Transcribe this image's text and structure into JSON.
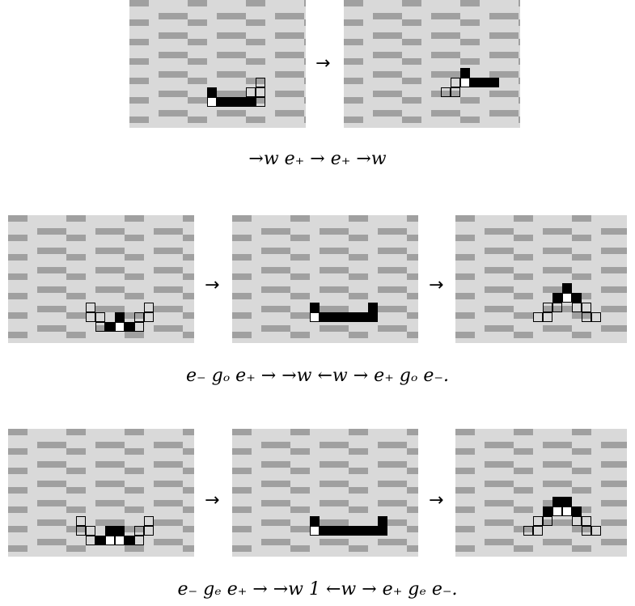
{
  "colors": {
    "light": "#d9d9d9",
    "dark": "#a0a0a0",
    "black": "#000000",
    "white": "#ffffff"
  },
  "rows": [
    {
      "caption": "→w e₊ → e₊ →w",
      "arrows": [
        "→"
      ],
      "panels": [
        {
          "cells": [
            [
              8,
              9,
              "b"
            ],
            [
              8,
              10,
              "w"
            ],
            [
              9,
              10,
              "b"
            ],
            [
              10,
              10,
              "b"
            ],
            [
              11,
              10,
              "b"
            ],
            [
              12,
              10,
              "b"
            ],
            [
              12,
              9,
              "o"
            ],
            [
              13,
              9,
              "o"
            ],
            [
              13,
              8,
              "o"
            ],
            [
              13,
              10,
              "o"
            ]
          ]
        },
        {
          "cells": [
            [
              12,
              7,
              "b"
            ],
            [
              12,
              8,
              "w"
            ],
            [
              13,
              8,
              "b"
            ],
            [
              14,
              8,
              "b"
            ],
            [
              15,
              8,
              "b"
            ],
            [
              11,
              8,
              "o"
            ],
            [
              11,
              9,
              "o"
            ],
            [
              10,
              9,
              "o"
            ]
          ]
        }
      ]
    },
    {
      "caption": "e₋ gₒ e₊ → →w ←w → e₊ gₒ e₋.",
      "arrows": [
        "→",
        "→"
      ],
      "panels": [
        {
          "cells": [
            [
              8,
              9,
              "o"
            ],
            [
              8,
              10,
              "o"
            ],
            [
              9,
              10,
              "o"
            ],
            [
              9,
              11,
              "o"
            ],
            [
              10,
              11,
              "b"
            ],
            [
              11,
              10,
              "b"
            ],
            [
              11,
              11,
              "w"
            ],
            [
              12,
              11,
              "b"
            ],
            [
              13,
              11,
              "o"
            ],
            [
              13,
              10,
              "o"
            ],
            [
              14,
              10,
              "o"
            ],
            [
              14,
              9,
              "o"
            ]
          ]
        },
        {
          "cells": [
            [
              8,
              9,
              "b"
            ],
            [
              8,
              10,
              "w"
            ],
            [
              9,
              10,
              "b"
            ],
            [
              10,
              10,
              "b"
            ],
            [
              11,
              10,
              "b"
            ],
            [
              12,
              10,
              "b"
            ],
            [
              13,
              10,
              "b"
            ],
            [
              14,
              10,
              "b"
            ],
            [
              14,
              9,
              "b"
            ]
          ]
        },
        {
          "cells": [
            [
              11,
              7,
              "b"
            ],
            [
              10,
              8,
              "b"
            ],
            [
              11,
              8,
              "w"
            ],
            [
              12,
              8,
              "b"
            ],
            [
              9,
              9,
              "o"
            ],
            [
              10,
              9,
              "o"
            ],
            [
              12,
              9,
              "o"
            ],
            [
              13,
              9,
              "o"
            ],
            [
              8,
              10,
              "o"
            ],
            [
              9,
              10,
              "o"
            ],
            [
              13,
              10,
              "o"
            ],
            [
              14,
              10,
              "o"
            ]
          ]
        }
      ]
    },
    {
      "caption": "e₋ gₑ e₊ → →w 1 ←w → e₊ gₑ e₋.",
      "arrows": [
        "→",
        "→"
      ],
      "panels": [
        {
          "cells": [
            [
              7,
              9,
              "o"
            ],
            [
              7,
              10,
              "o"
            ],
            [
              8,
              10,
              "o"
            ],
            [
              8,
              11,
              "o"
            ],
            [
              9,
              11,
              "b"
            ],
            [
              10,
              10,
              "b"
            ],
            [
              11,
              10,
              "b"
            ],
            [
              10,
              11,
              "w"
            ],
            [
              11,
              11,
              "w"
            ],
            [
              12,
              11,
              "b"
            ],
            [
              13,
              11,
              "o"
            ],
            [
              13,
              10,
              "o"
            ],
            [
              14,
              10,
              "o"
            ],
            [
              14,
              9,
              "o"
            ]
          ]
        },
        {
          "cells": [
            [
              8,
              9,
              "b"
            ],
            [
              8,
              10,
              "w"
            ],
            [
              9,
              10,
              "b"
            ],
            [
              10,
              10,
              "b"
            ],
            [
              11,
              10,
              "b"
            ],
            [
              12,
              10,
              "b"
            ],
            [
              13,
              10,
              "b"
            ],
            [
              14,
              10,
              "b"
            ],
            [
              15,
              10,
              "b"
            ],
            [
              15,
              9,
              "b"
            ]
          ]
        },
        {
          "cells": [
            [
              10,
              7,
              "b"
            ],
            [
              11,
              7,
              "b"
            ],
            [
              9,
              8,
              "b"
            ],
            [
              10,
              8,
              "w"
            ],
            [
              11,
              8,
              "w"
            ],
            [
              12,
              8,
              "b"
            ],
            [
              8,
              9,
              "o"
            ],
            [
              9,
              9,
              "o"
            ],
            [
              12,
              9,
              "o"
            ],
            [
              13,
              9,
              "o"
            ],
            [
              7,
              10,
              "o"
            ],
            [
              8,
              10,
              "o"
            ],
            [
              13,
              10,
              "o"
            ],
            [
              14,
              10,
              "o"
            ]
          ]
        }
      ]
    }
  ]
}
